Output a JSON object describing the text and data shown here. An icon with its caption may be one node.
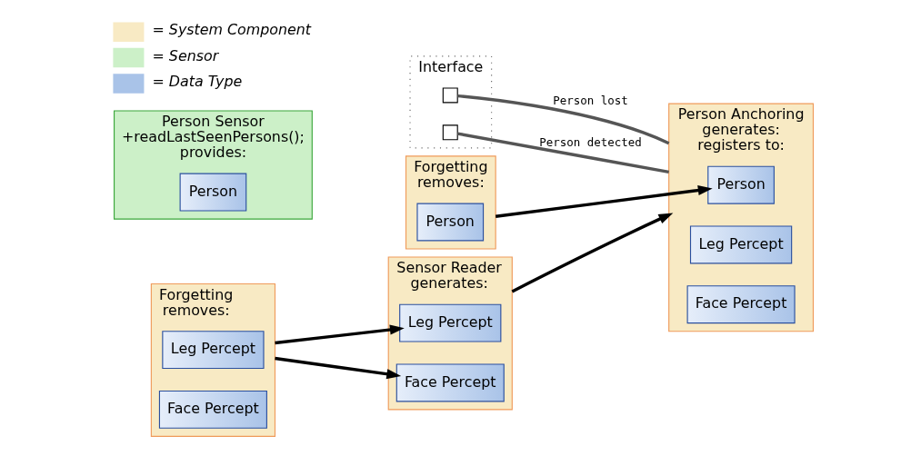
{
  "diagram": {
    "nodes": [
      {
        "text": [
          "Sensor Reader",
          "generates:"
        ]
      },
      {
        "text": [
          "Leg Percept"
        ],
        "in": 0
      },
      {
        "text": [
          "Face Percept"
        ],
        "in": 0
      },
      {
        "text": [
          "Forgetting",
          "removes:"
        ]
      },
      {
        "text": [
          "Leg Percept"
        ],
        "in": 3
      },
      {
        "text": [
          "Face Percept"
        ],
        "in": 3
      },
      {
        "text": [
          "Person Sensor",
          "+readLastSeenPersons();",
          "provides:"
        ]
      },
      {
        "text": [
          "Person"
        ],
        "in": 6
      },
      {
        "text": [
          "Interface"
        ]
      },
      {
        "text": [],
        "shape": "box",
        "in": 8
      },
      {
        "text": [],
        "shape": "box",
        "in": 8
      },
      {
        "text": [
          "Person Anchoring",
          "generates:",
          "registers to:"
        ]
      },
      {
        "text": [
          "Person"
        ],
        "in": 11
      },
      {
        "text": [
          "Leg Percept"
        ],
        "in": 11
      },
      {
        "text": [
          "Face Percept"
        ],
        "in": 11
      },
      {
        "text": [
          "Forgetting",
          "removes:"
        ]
      },
      {
        "text": [
          "Person"
        ],
        "in": 15
      }
    ],
    "edges": [
      {
        "from": 3,
        "to": 1,
        "arrow": "to"
      },
      {
        "from": 3,
        "to": 2,
        "arrow": "to"
      },
      {
        "from": 0,
        "to": 11,
        "arrow": "to"
      },
      {
        "from": 9,
        "to": 11,
        "arrow": "none",
        "label": "Person lost",
        "color": "#555555"
      },
      {
        "from": 10,
        "to": 11,
        "arrow": "none",
        "label": "Person detected",
        "color": "#555555"
      },
      {
        "from": 15,
        "to": 12,
        "arrow": "to"
      }
    ],
    "legend": [
      {
        "text": "= System Component",
        "color": "#f8eac4"
      },
      {
        "text": "= Sensor",
        "color": "#ccf0c8"
      },
      {
        "text": "= Data Type",
        "color": "#a9c3e8"
      }
    ]
  }
}
